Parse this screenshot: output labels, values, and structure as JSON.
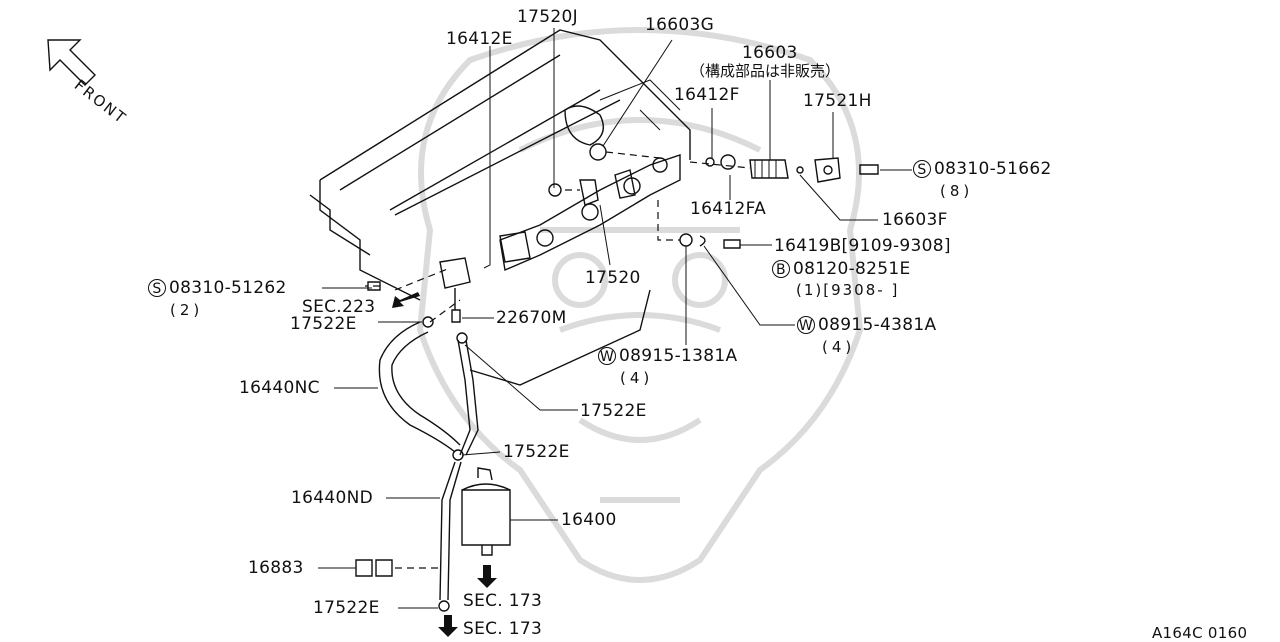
{
  "front_label": "FRONT",
  "footer_code": "A164C 0160",
  "callouts": {
    "p17520J": "17520J",
    "p16603G": "16603G",
    "p16412E": "16412E",
    "p16603": "16603",
    "p16603_note": "（構成部品は非販売）",
    "p16412F": "16412F",
    "p17521H": "17521H",
    "p08310_51662": "08310-51662",
    "p08310_51662_qty": "(8)",
    "p16412FA": "16412FA",
    "p16603F": "16603F",
    "p16419B": "16419B[9109-9308]",
    "p08120": "08120-8251E",
    "p08120_note": "(1)[9308-    ]",
    "p08310_51262": "08310-51262",
    "p08310_51262_qty": "(2)",
    "sec223": "SEC.223",
    "p17520": "17520",
    "p17522E_a": "17522E",
    "p22670M": "22670M",
    "p08915_4381A": "08915-4381A",
    "p08915_4381A_qty": "(4)",
    "p08915_1381A": "08915-1381A",
    "p08915_1381A_qty": "(4)",
    "p16440NC": "16440NC",
    "p17522E_b": "17522E",
    "p17522E_c": "17522E",
    "p16440ND": "16440ND",
    "p16400": "16400",
    "p16883": "16883",
    "p17522E_d": "17522E",
    "sec173_a": "SEC. 173",
    "sec173_b": "SEC. 173"
  },
  "symbols": {
    "s": "S",
    "b": "B",
    "w": "W"
  }
}
